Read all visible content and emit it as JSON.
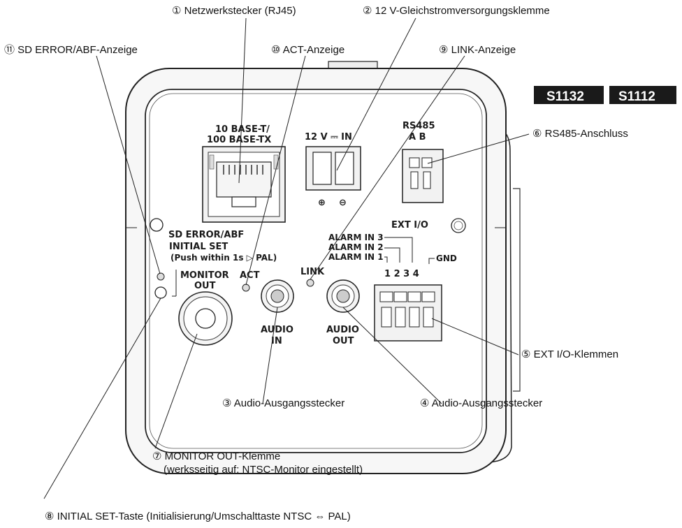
{
  "callouts": {
    "c1": "① Netzwerkstecker (RJ45)",
    "c2": "② 12 V-Gleichstromversorgungsklemme",
    "c11": "⑪ SD ERROR/ABF-Anzeige",
    "c10": "⑩ ACT-Anzeige",
    "c9": "⑨ LINK-Anzeige",
    "c6": "⑥ RS485-Anschluss",
    "c5": "⑤ EXT I/O-Klemmen",
    "c3": "③ Audio-Ausgangsstecker",
    "c4": "④ Audio-Ausgangsstecker",
    "c7_line1": "⑦ MONITOR OUT-Klemme",
    "c7_line2": "(werksseitig auf: NTSC-Monitor eingestellt)",
    "c8": "⑧ INITIAL SET-Taste (Initialisierung/Umschalttaste NTSC ⇔ PAL)"
  },
  "badges": [
    "S1132",
    "S1112"
  ],
  "panel": {
    "net_label_1": "10 BASE-T/",
    "net_label_2": "100 BASE-TX",
    "power_label": "12 V ⎓ IN",
    "plus": "⊕",
    "minus": "⊖",
    "rs485_label": "RS485",
    "rs485_ab": "A  B",
    "ext_io": "EXT  I/O",
    "alarm3": "ALARM IN 3",
    "alarm2": "ALARM IN 2",
    "alarm1": "ALARM IN 1",
    "gnd": "GND",
    "terminal_numbers": "1  2  3  4",
    "sd_error": "SD ERROR/ABF",
    "initial_set": "INITIAL SET",
    "push_within": "(Push within 1s ▷ PAL)",
    "monitor": "MONITOR",
    "out": "OUT",
    "act": "ACT",
    "link": "LINK",
    "audio": "AUDIO",
    "in": "IN",
    "audio_out": "AUDIO",
    "out2": "OUT"
  }
}
